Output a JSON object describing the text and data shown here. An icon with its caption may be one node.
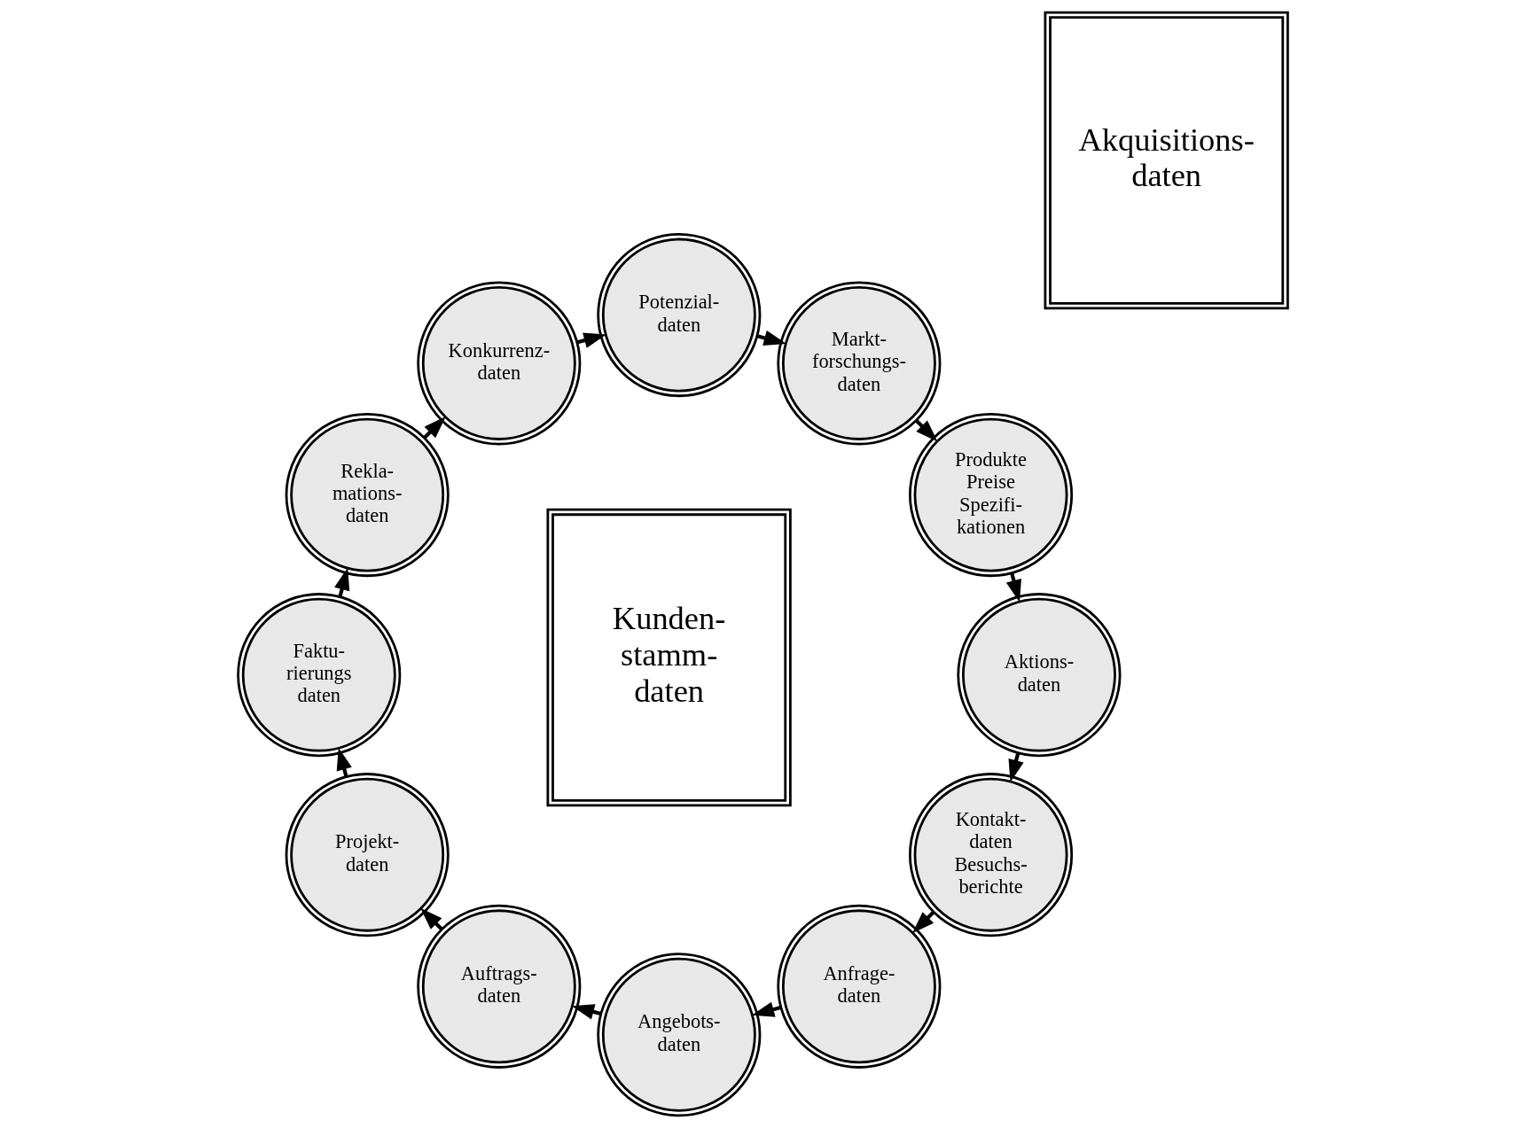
{
  "diagram": {
    "nodes": [
      {
        "text": [
          "Kontakt- daten Besuchs- berichte"
        ]
      },
      {
        "text": [
          "Aktions- daten"
        ]
      },
      {
        "text": [
          "Produkte Preise Spezifi- kationen"
        ]
      },
      {
        "text": [
          "Markt- forschungs- daten"
        ]
      },
      {
        "text": [
          "Potenzial- daten"
        ]
      },
      {
        "text": [
          "Konkurrenz- daten"
        ]
      },
      {
        "text": [
          "Rekla- mations- daten"
        ]
      },
      {
        "text": [
          "Faktu- rierungs daten"
        ]
      },
      {
        "text": [
          "Projekt- daten"
        ]
      },
      {
        "text": [
          "Auftrags- daten"
        ]
      },
      {
        "text": [
          "Angebots- daten"
        ]
      },
      {
        "text": [
          "Anfrage- daten"
        ]
      },
      {
        "text": [
          "Kunden- stamm- daten"
        ]
      },
      {
        "text": [
          "Akquisitions- daten"
        ]
      }
    ],
    "edges": [
      {
        "from": 4,
        "to": 3,
        "arrow": "to"
      },
      {
        "from": 3,
        "to": 2,
        "arrow": "to"
      },
      {
        "from": 2,
        "to": 1,
        "arrow": "to"
      },
      {
        "from": 1,
        "to": 0,
        "arrow": "to"
      },
      {
        "from": 0,
        "to": 11,
        "arrow": "to"
      },
      {
        "from": 11,
        "to": 10,
        "arrow": "to"
      },
      {
        "from": 10,
        "to": 9,
        "arrow": "to"
      },
      {
        "from": 9,
        "to": 8,
        "arrow": "to"
      },
      {
        "from": 8,
        "to": 7,
        "arrow": "to"
      },
      {
        "from": 7,
        "to": 6,
        "arrow": "to"
      },
      {
        "from": 6,
        "to": 5,
        "arrow": "to"
      },
      {
        "from": 5,
        "to": 4,
        "arrow": "to"
      }
    ]
  }
}
